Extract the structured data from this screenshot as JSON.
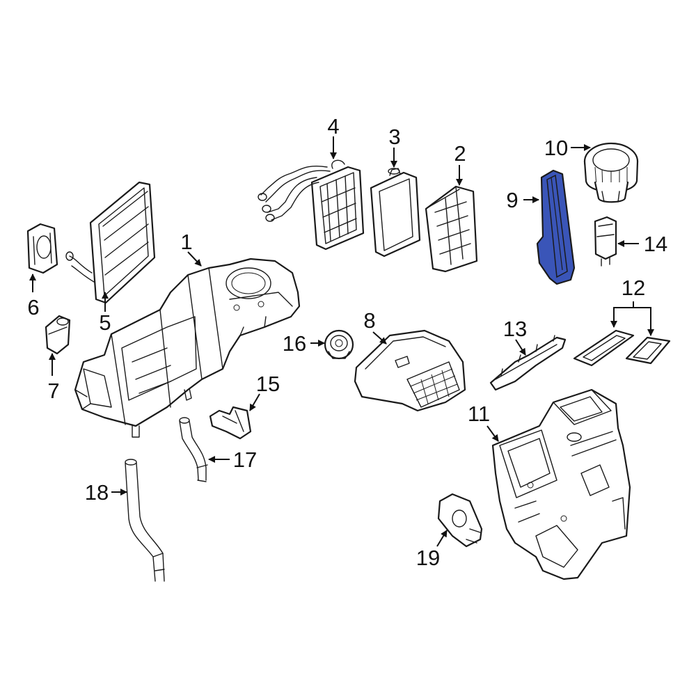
{
  "callouts": {
    "c1": "1",
    "c2": "2",
    "c3": "3",
    "c4": "4",
    "c5": "5",
    "c6": "6",
    "c7": "7",
    "c8": "8",
    "c9": "9",
    "c10": "10",
    "c11": "11",
    "c12": "12",
    "c13": "13",
    "c14": "14",
    "c15": "15",
    "c16": "16",
    "c17": "17",
    "c18": "18",
    "c19": "19"
  },
  "colors": {
    "highlight": "#3a55b8",
    "line": "#1a1a1a",
    "background": "#ffffff"
  }
}
